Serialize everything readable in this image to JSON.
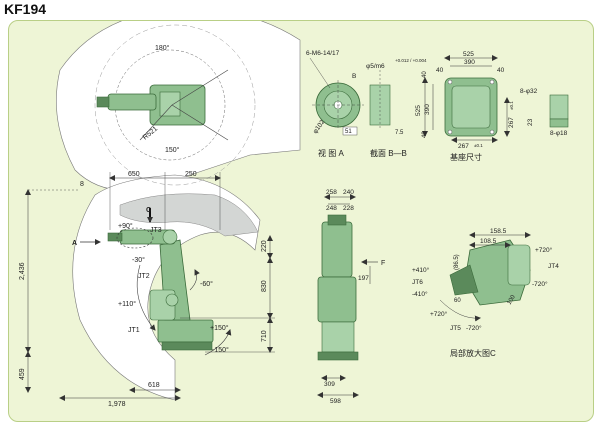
{
  "title": "KF194",
  "colors": {
    "panel_bg": "#eef5d6",
    "panel_border": "#b9cf86",
    "robot": "#8fbf8f",
    "robot_dark": "#5b8a5b",
    "work_area": "#ffffff",
    "shade": "#d3d6d4",
    "line": "#333333"
  },
  "top_view": {
    "angle_180": "180°",
    "angle_150": "150°",
    "radius": "R521"
  },
  "side_view": {
    "dim_650": "650",
    "dim_250": "250",
    "dim_8": "8",
    "dim_2436": "2,436",
    "dim_220": "220",
    "dim_830": "830",
    "dim_710": "710",
    "dim_459": "459",
    "dim_618": "618",
    "dim_1978": "1,978",
    "label_C": "C",
    "label_A": "A",
    "plus90": "+90°",
    "minus30": "-30°",
    "minus60": "-60°",
    "plus110": "+110°",
    "plus150": "+150°",
    "minus150": "-150°",
    "jt1": "JT1",
    "jt2": "JT2",
    "jt3": "JT3"
  },
  "view_a": {
    "bolt_spec": "6-M6-14/17",
    "hole_spec": "φ5/m6",
    "tol": "+0.012 / +0.004",
    "dia_102": "φ102",
    "dim_51": "51",
    "dim_7_5": "7.5",
    "dim_B": "B",
    "caption_view_a": "视 图 A",
    "caption_section": "截面 B—B"
  },
  "base": {
    "dim_525": "525",
    "dim_390": "390",
    "dim_40a": "40",
    "dim_40b": "40",
    "dim_40c": "40",
    "dim_40d": "40",
    "dim_525v": "525",
    "dim_390v": "390",
    "dim_267h": "267",
    "dim_267v": "267",
    "tol_267": "±0.1",
    "hole_32": "8-φ32",
    "hole_18": "8-φ18",
    "dim_23": "23",
    "caption": "基座尺寸"
  },
  "front_view": {
    "dim_258": "258",
    "dim_240": "240",
    "dim_248": "248",
    "dim_228": "228",
    "dim_197": "197",
    "label_F": "F",
    "dim_309": "309",
    "dim_598": "598"
  },
  "detail_c": {
    "dim_158_5": "158.5",
    "dim_108_5": "108.5",
    "dim_86_5": "(86.5)",
    "plus720a": "+720°",
    "minus720a": "-720°",
    "plus410": "+410°",
    "minus410": "-410°",
    "plus720b": "+720°",
    "minus720b": "-720°",
    "dim_60": "60",
    "dim_100": "100",
    "jt4": "JT4",
    "jt5": "JT5",
    "jt6": "JT6",
    "caption": "局部放大图C"
  }
}
